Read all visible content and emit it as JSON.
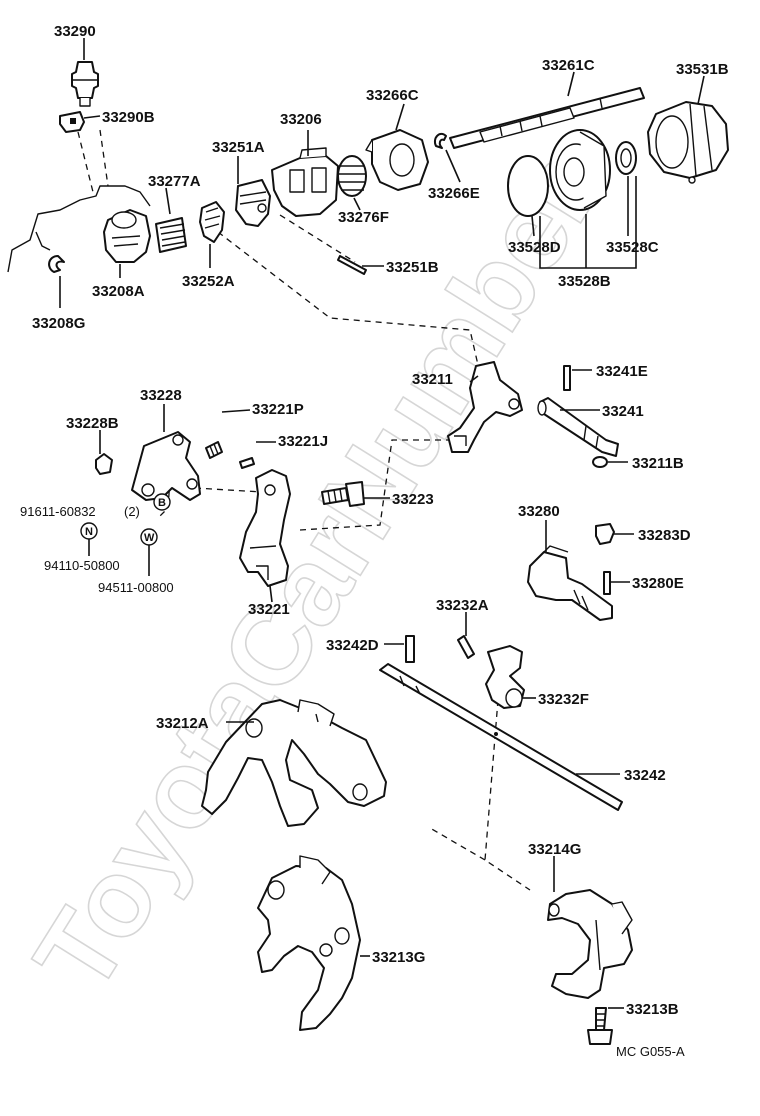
{
  "watermark": "ToyotaCarNumber",
  "figure_code": "MC  G055-A",
  "labels": {
    "p33290": "33290",
    "p33290b": "33290B",
    "p33277a": "33277A",
    "p33208a": "33208A",
    "p33208g": "33208G",
    "p33251a": "33251A",
    "p33252a": "33252A",
    "p33206": "33206",
    "p33276f": "33276F",
    "p33251b": "33251B",
    "p33266c": "33266C",
    "p33266e": "33266E",
    "p33261c": "33261C",
    "p33531b": "33531B",
    "p33528d": "33528D",
    "p33528c": "33528C",
    "p33528b": "33528B",
    "p33211": "33211",
    "p33241e": "33241E",
    "p33241": "33241",
    "p33211b": "33211B",
    "p33228": "33228",
    "p33228b": "33228B",
    "p33221p": "33221P",
    "p33221j": "33221J",
    "p33223": "33223",
    "p33221": "33221",
    "p91611": "91611-60832",
    "p91611_qty": "(2)",
    "p94110": "94110-50800",
    "p94511": "94511-00800",
    "p33280": "33280",
    "p33283d": "33283D",
    "p33280e": "33280E",
    "p33232a": "33232A",
    "p33242d": "33242D",
    "p33232f": "33232F",
    "p33212a": "33212A",
    "p33242": "33242",
    "p33214g": "33214G",
    "p33213g": "33213G",
    "p33213b": "33213B"
  },
  "markers": {
    "b": "B",
    "n": "N",
    "w": "W"
  }
}
